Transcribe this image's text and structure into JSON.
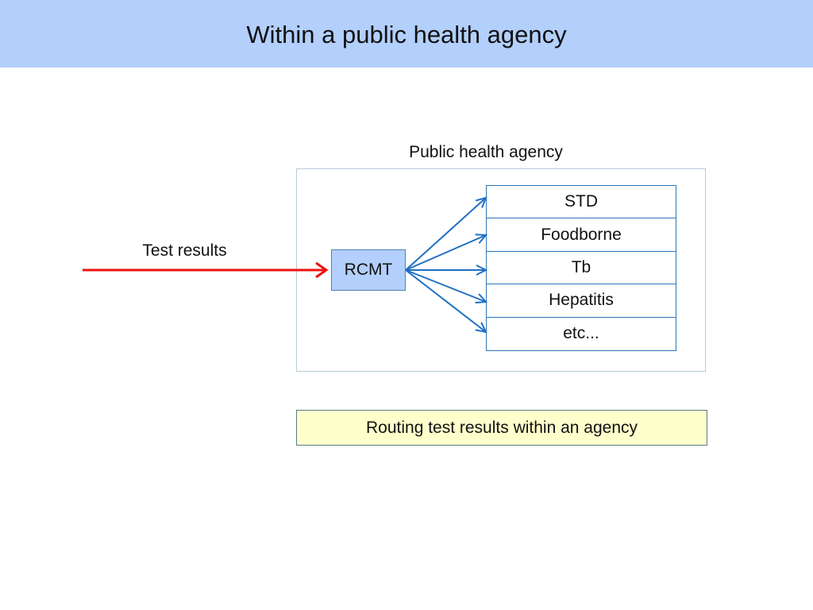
{
  "header": {
    "title": "Within a public health agency"
  },
  "diagram": {
    "agency_label": "Public health agency",
    "input_label": "Test results",
    "router_label": "RCMT",
    "programs": [
      {
        "label": "STD"
      },
      {
        "label": "Foodborne"
      },
      {
        "label": "Tb"
      },
      {
        "label": "Hepatitis"
      },
      {
        "label": "etc..."
      }
    ],
    "caption": "Routing test results within an agency"
  },
  "colors": {
    "header_bg": "#b3cffb",
    "router_bg": "#b3cffb",
    "input_arrow": "#ee1111",
    "routing_arrows": "#1f6fc4",
    "caption_bg": "#ffffcc"
  }
}
